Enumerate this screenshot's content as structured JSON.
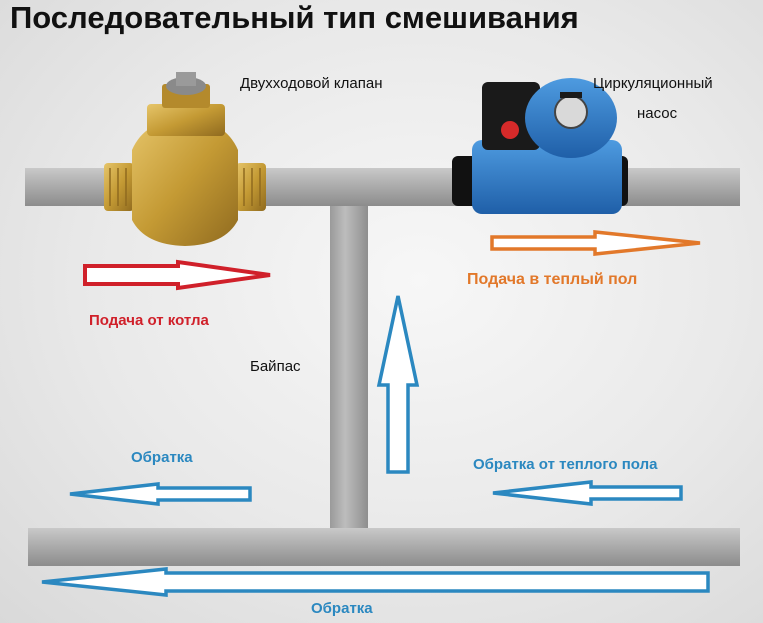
{
  "title": "Последовательный тип смешивания",
  "labels": {
    "valve": "Двухходовой клапан",
    "pump_line1": "Циркуляционный",
    "pump_line2": "насос",
    "bypass": "Байпас",
    "supply_boiler": "Подача от котла",
    "supply_floor": "Подача в теплый пол",
    "return_left": "Обратка",
    "return_floor": "Обратка от теплого пола",
    "return_bottom": "Обратка"
  },
  "colors": {
    "red": "#d0202a",
    "orange": "#e2782a",
    "blue": "#2b88c0",
    "pipe": "#a7a7a7",
    "brass": "#c9a23f",
    "pump_blue": "#2f79c9"
  }
}
